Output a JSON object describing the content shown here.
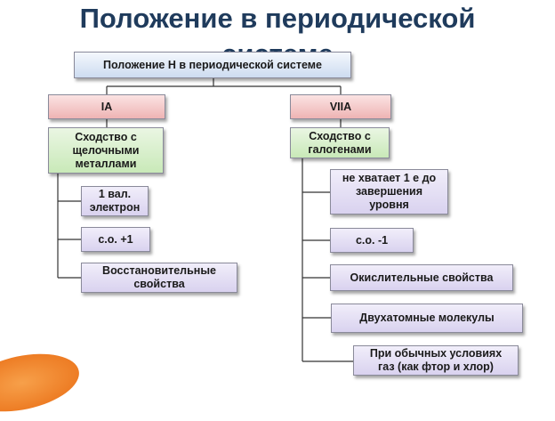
{
  "title": {
    "line1": "Положение в периодической",
    "line2": "системе"
  },
  "diagram": {
    "root": "Положение Н в периодической системе",
    "left": {
      "group": "IA",
      "similarity": "Сходство с\nщелочными\nметаллами",
      "items": [
        "1 вал.\nэлектрон",
        "с.о. +1",
        "Восстановительные\nсвойства"
      ]
    },
    "right": {
      "group": "VIIA",
      "similarity": "Сходство с\nгалогенами",
      "items": [
        "не хватает 1 е до\nзавершения\nуровня",
        "с.о. -1",
        "Окислительные свойства",
        "Двухатомные молекулы",
        "При обычных условиях\nгаз (как фтор и хлор)"
      ]
    }
  },
  "colors": {
    "title": "#1f3b5c",
    "root_fill": "#dbe6f5",
    "group_fill": "#f3c6c6",
    "similarity_fill": "#d6eecb",
    "item_fill": "#e4def4",
    "connector": "#333333",
    "accent": "#f08a2c"
  }
}
